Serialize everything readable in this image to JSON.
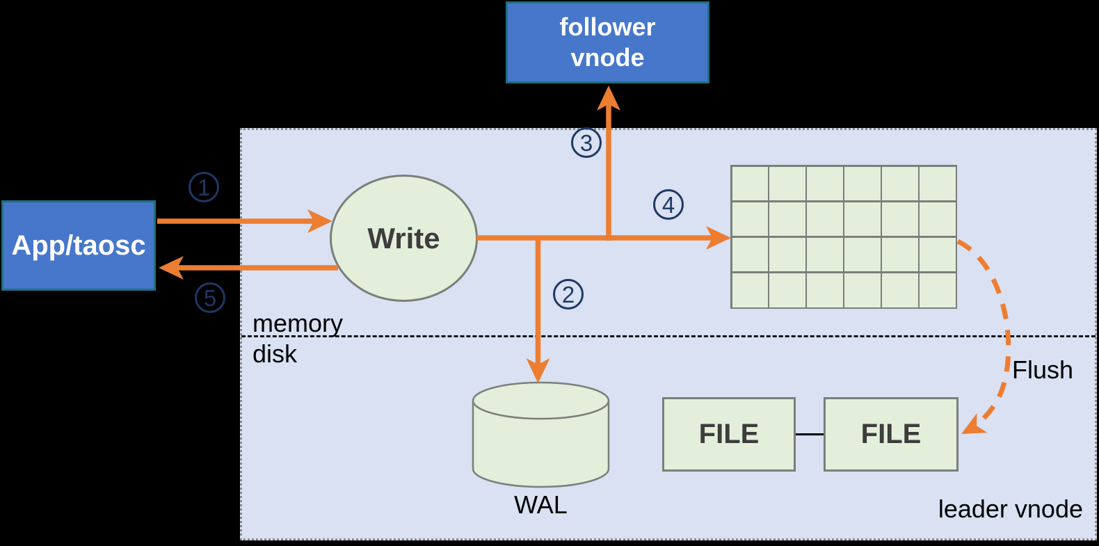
{
  "colors": {
    "background": "#000000",
    "box_blue": "#4777CB",
    "box_border_teal": "#1F7080",
    "panel": "#D9E1F2",
    "panel_border": "#8C8C8C",
    "node_green": "#E3EFDB",
    "node_border": "#7A7F7A",
    "orange": "#ED7D31",
    "navy": "#1F3864",
    "dark_text": "#3D3D3D"
  },
  "nodes": {
    "app_taosc": {
      "label": "App/taosc"
    },
    "follower_vnode": {
      "line1": "follower",
      "line2": "vnode"
    },
    "write": {
      "label": "Write"
    },
    "memtable_grid": {
      "rows": 4,
      "cols": 6
    },
    "wal": {
      "label": "WAL"
    },
    "file_left": {
      "label": "FILE"
    },
    "file_right": {
      "label": "FILE"
    }
  },
  "labels": {
    "memory": "memory",
    "disk": "disk",
    "flush": "Flush",
    "leader_vnode": "leader vnode"
  },
  "steps": {
    "1": "1",
    "2": "2",
    "3": "3",
    "4": "4",
    "5": "5"
  }
}
